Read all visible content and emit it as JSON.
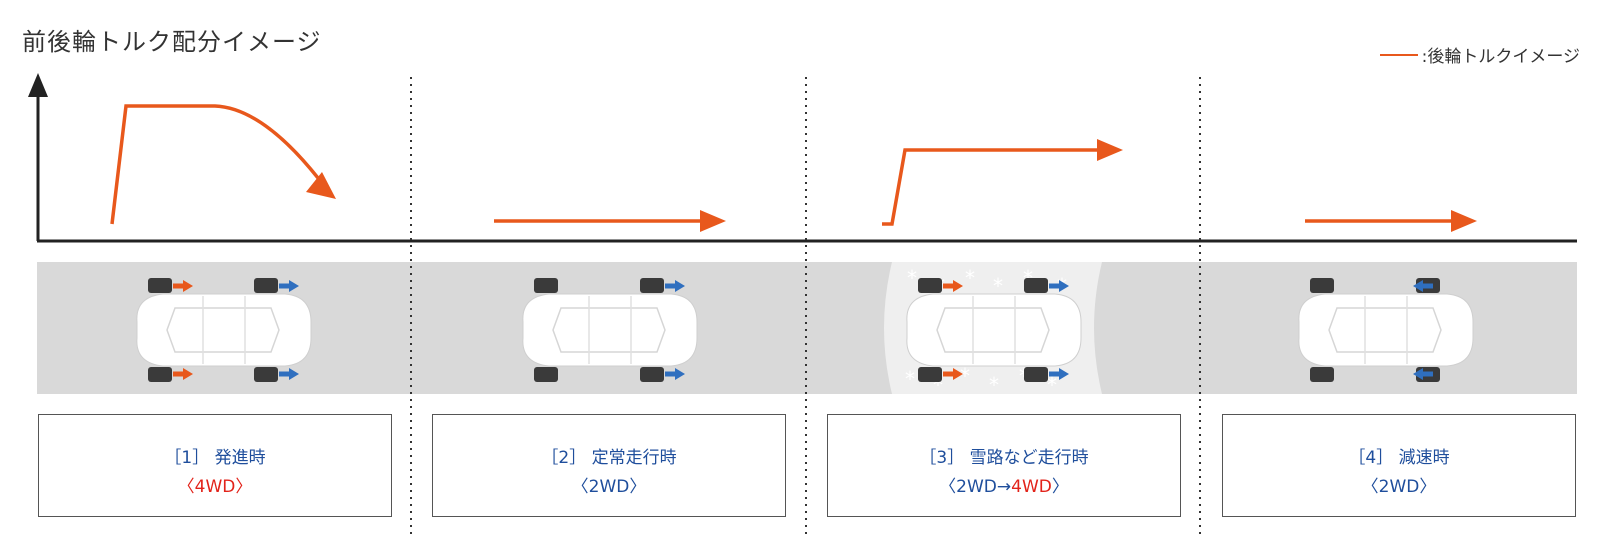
{
  "title": "前後輪トルク配分イメージ",
  "legend": {
    "label": ":後輪トルクイメージ",
    "color": "#E8581C"
  },
  "colors": {
    "torque_line": "#E8581C",
    "road": "#D9D9D9",
    "front_arrow": "#E8581C",
    "rear_arrow": "#2F6FBF",
    "text_blue": "#1F4E9C",
    "text_red": "#E2231A"
  },
  "phases": [
    {
      "label": "［1］ 発進時",
      "mode_open": "〈",
      "mode_main": "4WD",
      "mode_tail": "",
      "mode_close": "〉",
      "main_red": true
    },
    {
      "label": "［2］ 定常走行時",
      "mode_open": "〈",
      "mode_main": "2WD",
      "mode_tail": "",
      "mode_close": "〉",
      "main_red": false
    },
    {
      "label": "［3］ 雪路など走行時",
      "mode_open": "〈",
      "mode_main": "2WD→",
      "mode_tail": "4WD",
      "mode_close": "〉",
      "main_red": false
    },
    {
      "label": "［4］ 減速時",
      "mode_open": "〈",
      "mode_main": "2WD",
      "mode_tail": "",
      "mode_close": "〉",
      "main_red": false
    }
  ]
}
